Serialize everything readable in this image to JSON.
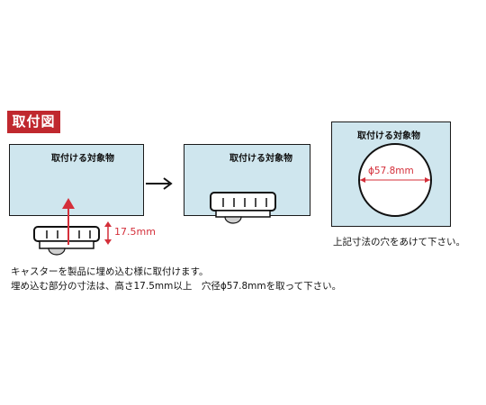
{
  "header": {
    "badge_label": "取付図"
  },
  "panels": {
    "before_label": "取付ける対象物",
    "after_label": "取付ける対象物",
    "hole_label": "取付ける対象物"
  },
  "dimensions": {
    "height_label": "17.5mm",
    "hole_diameter_label": "ϕ57.8mm"
  },
  "captions": {
    "hole_note": "上記寸法の穴をあけて下さい。",
    "line1": "キャスターを製品に埋め込む様に取付けます。",
    "line2": "埋め込む部分の寸法は、高さ17.5mm以上　穴径ϕ57.8mmを取って下さい。"
  },
  "colors": {
    "accent": "#c0282e",
    "panel_fill": "#cfe6ee",
    "arrow_red": "#d42f3a"
  }
}
